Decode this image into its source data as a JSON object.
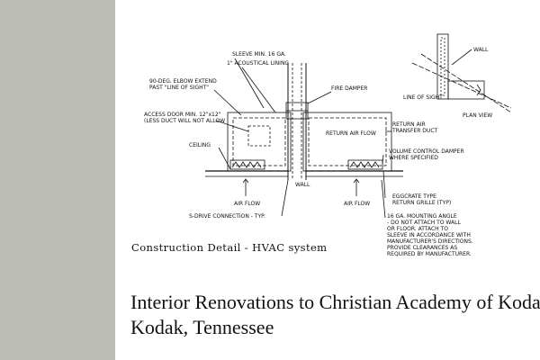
{
  "drawing": {
    "labels": {
      "sleeve": "SLEEVE MIN. 16 GA.",
      "lining": "1\" ACOUSTICAL LINING",
      "elbow_1": "90-DEG. ELBOW EXTEND",
      "elbow_2": "PAST \"LINE OF SIGHT\"",
      "fire_damper": "FIRE DAMPER",
      "access_1": "ACCESS DOOR MIN. 12\"x12\"",
      "access_2": "(LESS DUCT WILL NOT ALLOW",
      "return_duct_1": "RETURN AIR",
      "return_duct_2": "TRANSFER DUCT",
      "return_flow": "RETURN AIR FLOW",
      "ceiling": "CEILING",
      "vcd_1": "VOLUME CONTROL DAMPER",
      "vcd_2": "WHERE SPECIFIED",
      "wall": "WALL",
      "eggcrate_1": "EGGCRATE TYPE",
      "eggcrate_2": "RETURN GRILLE (TYP)",
      "air_flow_left": "AIR FLOW",
      "air_flow_right": "AIR FLOW",
      "s_drive": "S-DRIVE CONNECTION - TYP.",
      "angle_1": "16 GA. MOUNTING ANGLE",
      "angle_2": "- DO NOT ATTACH TO WALL",
      "angle_3": "OR FLOOR. ATTACH TO",
      "angle_4": "SLEEVE IN ACCORDANCE WITH",
      "angle_5": "MANUFACTURER'S DIRECTIONS.",
      "angle_6": "PROVIDE CLEARANCES AS",
      "angle_7": "REQUIRED BY MANUFACTURER.",
      "plan_wall": "WALL",
      "line_of_sight": "LINE OF SIGHT",
      "plan_view": "PLAN VIEW"
    }
  },
  "caption": "Construction Detail - HVAC system",
  "title": "Interior Renovations to Christian Academy of Kodak",
  "subtitle": "Kodak, Tennessee"
}
